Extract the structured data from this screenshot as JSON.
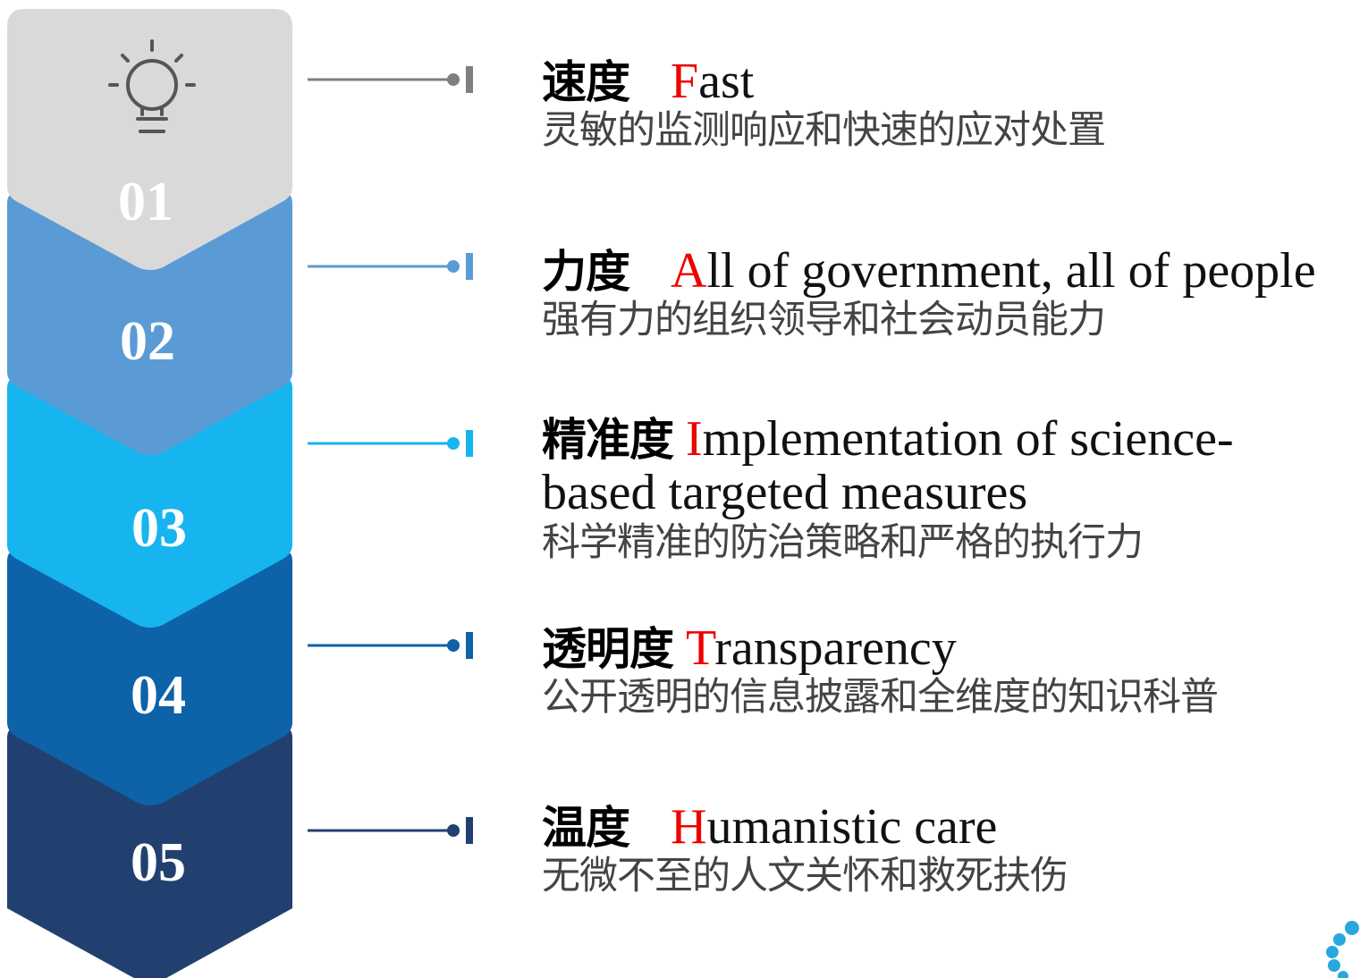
{
  "stack": {
    "steps": [
      {
        "number": "01",
        "color": "#d9d9d9"
      },
      {
        "number": "02",
        "color": "#5b9bd5"
      },
      {
        "number": "03",
        "color": "#17b5ef"
      },
      {
        "number": "04",
        "color": "#0d62a8"
      },
      {
        "number": "05",
        "color": "#22406f"
      }
    ],
    "top_icon": "lightbulb-icon"
  },
  "items": [
    {
      "cn_title": "速度",
      "initial": "F",
      "en_rest": "ast",
      "en_cont": "",
      "desc": "灵敏的监测响应和快速的应对处置",
      "connector_color": "#7f7f7f"
    },
    {
      "cn_title": "力度",
      "initial": "A",
      "en_rest": "ll of government, all of people",
      "en_cont": "",
      "desc": "强有力的组织领导和社会动员能力",
      "connector_color": "#5b9bd5"
    },
    {
      "cn_title": "精准度",
      "initial": "I",
      "en_rest": "mplementation of science-",
      "en_cont": "based targeted measures",
      "desc": "科学精准的防治策略和严格的执行力",
      "connector_color": "#17b5ef"
    },
    {
      "cn_title": "透明度",
      "initial": "T",
      "en_rest": "ransparency",
      "en_cont": "",
      "desc": "公开透明的信息披露和全维度的知识科普",
      "connector_color": "#0d62a8"
    },
    {
      "cn_title": "温度",
      "initial": "H",
      "en_rest": "umanistic care",
      "en_cont": "",
      "desc": "无微不至的人文关怀和救死扶伤",
      "connector_color": "#22406f"
    }
  ],
  "decor": {
    "dots_color": "#29a8e0"
  }
}
